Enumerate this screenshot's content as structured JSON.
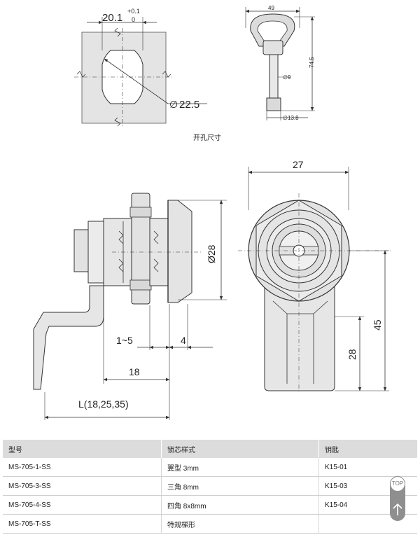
{
  "cutout": {
    "width_label": "20.1",
    "tol_upper": "+0.1",
    "tol_lower": "0",
    "diameter_label": "22.5",
    "caption": "开孔尺寸"
  },
  "key": {
    "width_label": "49",
    "height_label": "74.5",
    "shaft_dia_label": "9",
    "base_dia_label": "13.8"
  },
  "side_view": {
    "diameter_label": "Ø28",
    "panel_range_label": "1~5",
    "thickness_label": "4",
    "length_18_label": "18",
    "length_l_label": "L(18,25,35)"
  },
  "front_view": {
    "width_label": "27",
    "cam_height_label": "28",
    "total_height_label": "45"
  },
  "table": {
    "headers": [
      "型号",
      "锁芯样式",
      "钥匙"
    ],
    "rows": [
      [
        "MS-705-1-SS",
        "翼型 3mm",
        "K15-01"
      ],
      [
        "MS-705-3-SS",
        "三角 8mm",
        "K15-03"
      ],
      [
        "MS-705-4-SS",
        "四角 8x8mm",
        "K15-04"
      ],
      [
        "MS-705-T-SS",
        "特规梯形",
        ""
      ]
    ]
  },
  "top_button": {
    "label": "TOP"
  },
  "colors": {
    "line": "#333333",
    "metal_fill": "#e6e6e6",
    "header_bg": "#dcdcdc",
    "button": "#8f8f8f"
  }
}
